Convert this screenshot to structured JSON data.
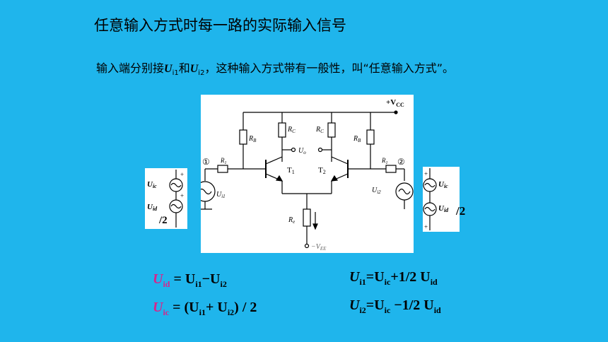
{
  "slide": {
    "title": "任意输入方式时每一路的实际输入信号",
    "description": {
      "part1": "输入端分别接",
      "u": "U",
      "sub_i1": "i1",
      "part2": "和",
      "sub_i2": "i2",
      "part3": "，这种输入方式带有一般性，叫“任意输入方式”。"
    }
  },
  "circuit": {
    "vcc": "+V",
    "vcc_sub": "CC",
    "vee": "−V",
    "vee_sub": "EE",
    "rb": "R",
    "rb_sub": "B",
    "rc": "R",
    "rc_sub": "C",
    "r1": "R",
    "r1_sub": "1",
    "re": "R",
    "re_sub": "e",
    "t1": "T",
    "t1_sub": "1",
    "t2": "T",
    "t2_sub": "2",
    "uo": "U",
    "uo_sub": "o",
    "ui1": "U",
    "ui1_sub": "i1",
    "ui2": "U",
    "ui2_sub": "i2",
    "node1": "①",
    "node2": "②"
  },
  "left_source": {
    "uic": "U",
    "uic_sub": "ic",
    "uid": "U",
    "uid_sub": "id",
    "half": "/2"
  },
  "right_source": {
    "uic": "U",
    "uic_sub": "ic",
    "uid": "U",
    "uid_sub": "id",
    "half": "/2"
  },
  "equations": {
    "eq1": {
      "lhs": "U",
      "lhs_sub": "id",
      "rhs": "= U",
      "s1": "i1",
      "mid": "−U",
      "s2": "i2"
    },
    "eq2": {
      "lhs": "U",
      "lhs_sub": "ic",
      "rhs": "= (U",
      "s1": "i1",
      "mid": "+ U",
      "s2": "i2",
      "tail": ") / 2"
    },
    "eq3": {
      "a": "U",
      "a_sub": "i1",
      "b": "=U",
      "b_sub": "ic",
      "c": "+1/2 U",
      "c_sub": "id"
    },
    "eq4": {
      "a": "U",
      "a_sub": "i2",
      "b": "=U",
      "b_sub": "ic",
      "c": " −1/2 U",
      "c_sub": "id"
    }
  }
}
